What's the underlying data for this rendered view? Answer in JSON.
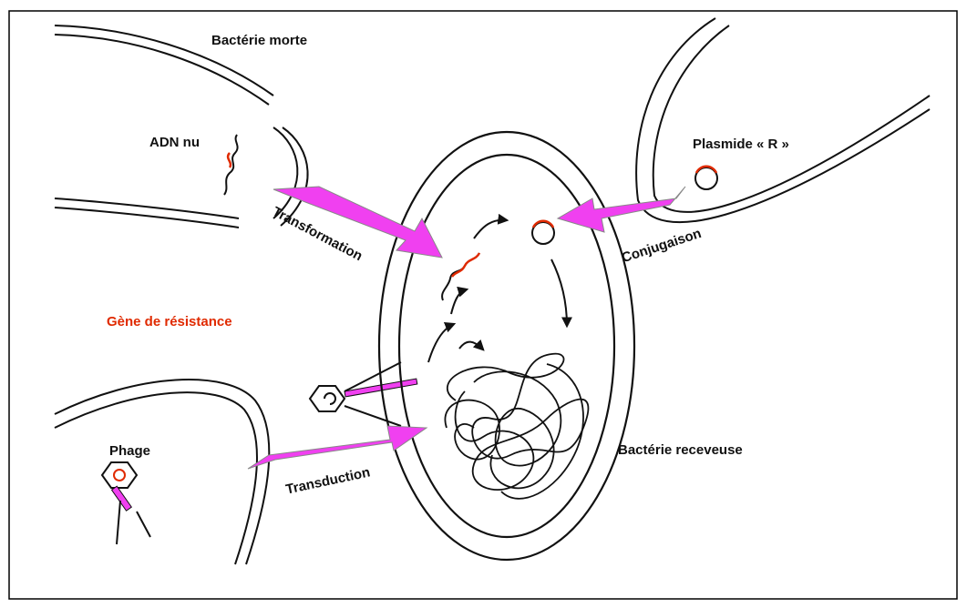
{
  "labels": {
    "dead_bacterium": "Bactérie morte",
    "naked_dna": "ADN nu",
    "plasmid": "Plasmide « R »",
    "resistance_gene": "Gène de résistance",
    "phage": "Phage",
    "transformation": "Transformation",
    "conjugation": "Conjugaison",
    "transduction": "Transduction",
    "recipient_bacterium": "Bactérie receveuse"
  },
  "colors": {
    "arrow": "#f040f0",
    "gene": "#e02a00",
    "outline": "#111111",
    "frame": "#000000"
  }
}
